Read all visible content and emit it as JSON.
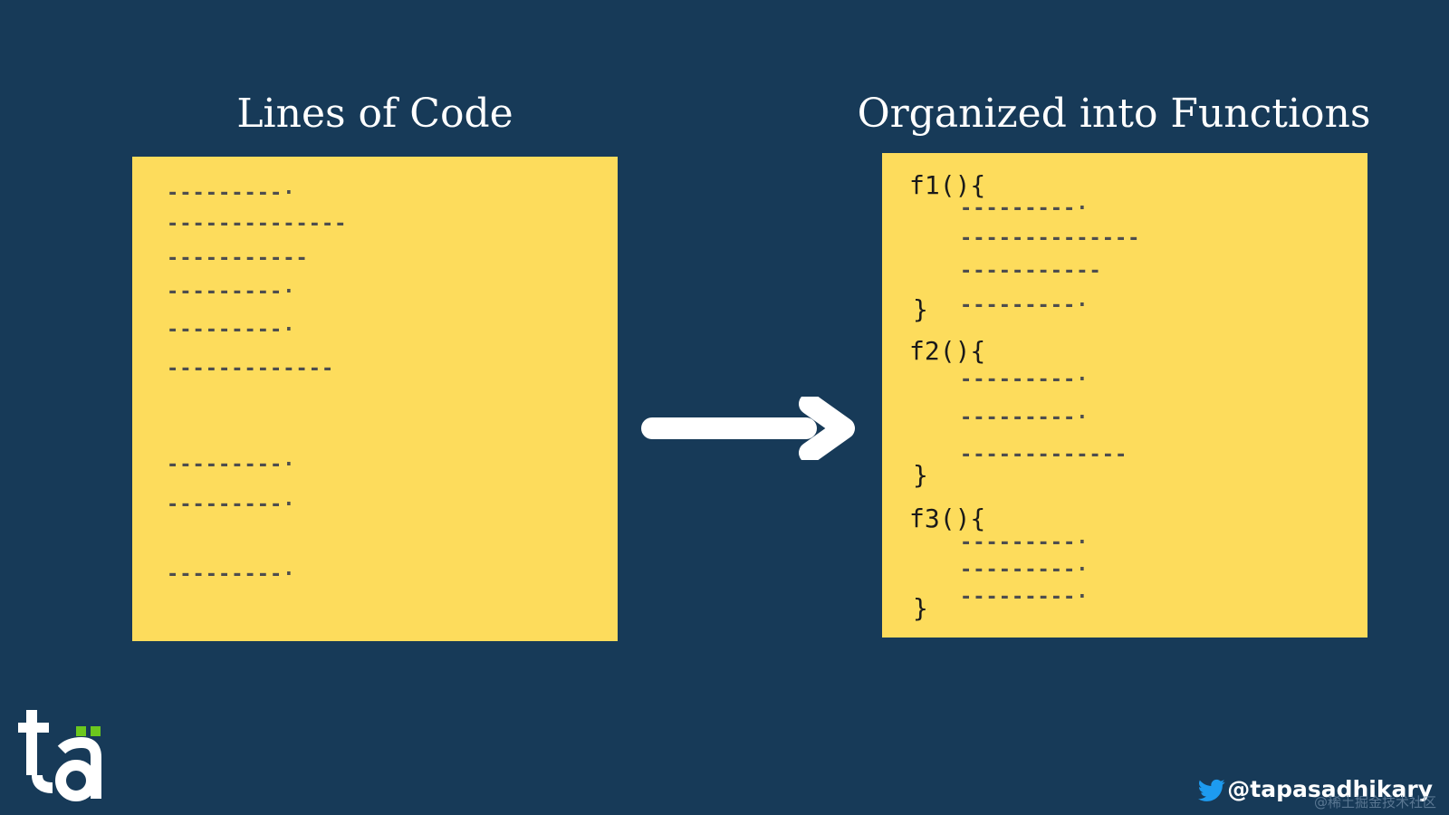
{
  "left": {
    "title": "Lines of Code",
    "lines": [
      "---------·",
      "--------------",
      "-----------",
      "---------·",
      "---------·",
      "-------------",
      "---------·",
      "---------·",
      "---------·"
    ]
  },
  "right": {
    "title": "Organized into Functions",
    "functions": [
      {
        "open": "f1(){",
        "close": "}",
        "lines": [
          "---------·",
          "--------------",
          "-----------",
          "---------·"
        ]
      },
      {
        "open": "f2(){",
        "close": "}",
        "lines": [
          "---------·",
          "---------·",
          "-------------"
        ]
      },
      {
        "open": "f3(){",
        "close": "}",
        "lines": [
          "---------·",
          "---------·",
          "---------·"
        ]
      }
    ]
  },
  "footer": {
    "handle": "@tapasadhikary",
    "watermark": "@稀土掘金技术社区"
  },
  "colors": {
    "background": "#173a58",
    "panel": "#fddc5c",
    "logo_dots": "#6cc81e"
  }
}
